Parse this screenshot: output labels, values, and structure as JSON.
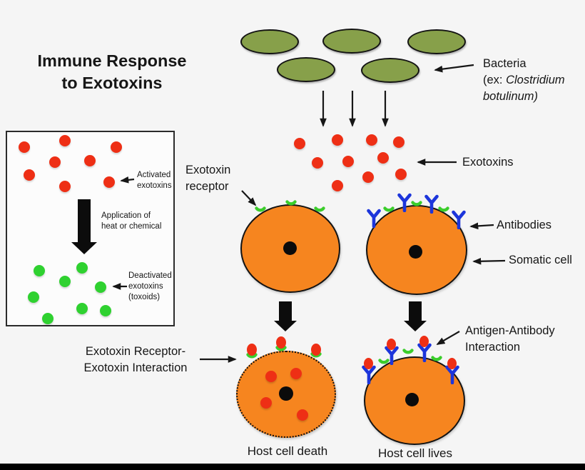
{
  "title": {
    "line1": "Immune Response",
    "line2": "to Exotoxins"
  },
  "labels": {
    "bacteria": {
      "line1": "Bacteria",
      "line2_prefix": "(ex: ",
      "line2_italic": "Clostridium",
      "line3_italic": "botulinum)"
    },
    "exotoxins": "Exotoxins",
    "exotoxin_receptor": {
      "line1": "Exotoxin",
      "line2": "receptor"
    },
    "antibodies": "Antibodies",
    "somatic_cell": "Somatic cell",
    "exotoxin_interaction": {
      "line1": "Exotoxin Receptor-",
      "line2": "Exotoxin Interaction"
    },
    "antigen_antibody": {
      "line1": "Antigen-Antibody",
      "line2": "Interaction"
    },
    "host_cell_death": "Host cell death",
    "host_cell_lives": "Host cell lives"
  },
  "inset": {
    "activated": {
      "line1": "Activated",
      "line2": "exotoxins"
    },
    "process": {
      "line1": "Application of",
      "line2": "heat or chemical"
    },
    "deactivated": {
      "line1": "Deactivated",
      "line2": "exotoxins",
      "line3": "(toxoids)"
    }
  },
  "counts": {
    "bacteria": 5,
    "exotoxins_released": 10,
    "activated_exotoxins": 8,
    "deactivated_toxoids": 8,
    "antibodies_on_somatic_cell": 4,
    "exotoxin_receptors_per_cell": 3,
    "receptor_exotoxin_complexes": 3,
    "antigen_antibody_complexes": 4
  },
  "colors": {
    "bg": "#f5f5f5",
    "ink": "#161616",
    "bacteria_green": "#87a04a",
    "exotoxin_red": "#ee2f15",
    "toxoid_green": "#2fd130",
    "receptor_green": "#3bcd2b",
    "cell_orange": "#f6851f",
    "antibody_blue": "#1c35db",
    "inset_bg": "#fcfcfc",
    "bar_black": "#000000"
  }
}
